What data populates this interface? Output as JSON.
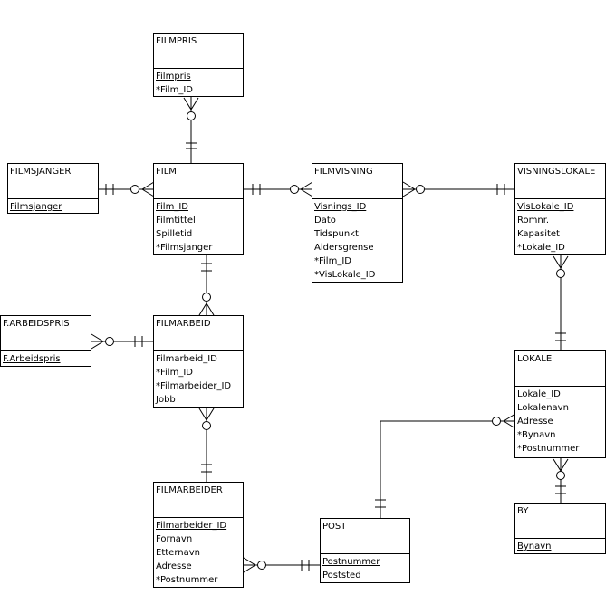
{
  "entities": {
    "filmpris": {
      "name": "FILMPRIS",
      "attributes": [
        {
          "label": "Filmpris",
          "pk": true
        },
        {
          "label": "*Film_ID",
          "pk": false
        }
      ]
    },
    "filmsjanger": {
      "name": "FILMSJANGER",
      "attributes": [
        {
          "label": "Filmsjanger",
          "pk": true
        }
      ]
    },
    "film": {
      "name": "FILM",
      "attributes": [
        {
          "label": "Film_ID",
          "pk": true
        },
        {
          "label": "Filmtittel",
          "pk": false
        },
        {
          "label": "Spilletid",
          "pk": false
        },
        {
          "label": "*Filmsjanger",
          "pk": false
        }
      ]
    },
    "filmvisning": {
      "name": "FILMVISNING",
      "attributes": [
        {
          "label": "Visnings_ID",
          "pk": true
        },
        {
          "label": "Dato",
          "pk": false
        },
        {
          "label": "Tidspunkt",
          "pk": false
        },
        {
          "label": "Aldersgrense",
          "pk": false
        },
        {
          "label": "*Film_ID",
          "pk": false
        },
        {
          "label": "*VisLokale_ID",
          "pk": false
        }
      ]
    },
    "visningslokale": {
      "name": "VISNINGSLOKALE",
      "attributes": [
        {
          "label": "VisLokale_ID",
          "pk": true
        },
        {
          "label": "Romnr.",
          "pk": false
        },
        {
          "label": "Kapasitet",
          "pk": false
        },
        {
          "label": "*Lokale_ID",
          "pk": false
        }
      ]
    },
    "f_arbeidspris": {
      "name": "F.ARBEIDSPRIS",
      "attributes": [
        {
          "label": "F.Arbeidspris",
          "pk": true
        }
      ]
    },
    "filmarbeid": {
      "name": "FILMARBEID",
      "attributes": [
        {
          "label": "Filmarbeid_ID",
          "pk": false
        },
        {
          "label": "*Film_ID",
          "pk": false
        },
        {
          "label": "*Filmarbeider_ID",
          "pk": false
        },
        {
          "label": "Jobb",
          "pk": false
        }
      ]
    },
    "lokale": {
      "name": "LOKALE",
      "attributes": [
        {
          "label": "Lokale_ID",
          "pk": true
        },
        {
          "label": "Lokalenavn",
          "pk": false
        },
        {
          "label": "Adresse",
          "pk": false
        },
        {
          "label": "*Bynavn",
          "pk": false
        },
        {
          "label": "*Postnummer",
          "pk": false
        }
      ]
    },
    "filmarbeider": {
      "name": "FILMARBEIDER",
      "attributes": [
        {
          "label": "Filmarbeider_ID",
          "pk": true
        },
        {
          "label": "Fornavn",
          "pk": false
        },
        {
          "label": "Etternavn",
          "pk": false
        },
        {
          "label": "Adresse",
          "pk": false
        },
        {
          "label": "*Postnummer",
          "pk": false
        }
      ]
    },
    "post": {
      "name": "POST",
      "attributes": [
        {
          "label": "Postnummer",
          "pk": true
        },
        {
          "label": "Poststed",
          "pk": false
        }
      ]
    },
    "by": {
      "name": "BY",
      "attributes": [
        {
          "label": "Bynavn",
          "pk": true
        }
      ]
    }
  },
  "relationships": [
    {
      "from": "film",
      "to": "filmpris",
      "from_card": "exactly-one",
      "to_card": "zero-or-many"
    },
    {
      "from": "film",
      "to": "filmsjanger",
      "from_card": "zero-or-many",
      "to_card": "exactly-one"
    },
    {
      "from": "film",
      "to": "filmvisning",
      "from_card": "exactly-one",
      "to_card": "zero-or-many"
    },
    {
      "from": "visningslokale",
      "to": "filmvisning",
      "from_card": "exactly-one",
      "to_card": "zero-or-many"
    },
    {
      "from": "film",
      "to": "filmarbeid",
      "from_card": "exactly-one",
      "to_card": "zero-or-many"
    },
    {
      "from": "filmarbeid",
      "to": "f_arbeidspris",
      "from_card": "exactly-one",
      "to_card": "zero-or-many"
    },
    {
      "from": "filmarbeider",
      "to": "filmarbeid",
      "from_card": "exactly-one",
      "to_card": "zero-or-many"
    },
    {
      "from": "lokale",
      "to": "visningslokale",
      "from_card": "exactly-one",
      "to_card": "zero-or-many"
    },
    {
      "from": "post",
      "to": "lokale",
      "from_card": "exactly-one",
      "to_card": "zero-or-many"
    },
    {
      "from": "by",
      "to": "lokale",
      "from_card": "exactly-one",
      "to_card": "zero-or-many"
    },
    {
      "from": "post",
      "to": "filmarbeider",
      "from_card": "exactly-one",
      "to_card": "zero-or-many"
    }
  ]
}
